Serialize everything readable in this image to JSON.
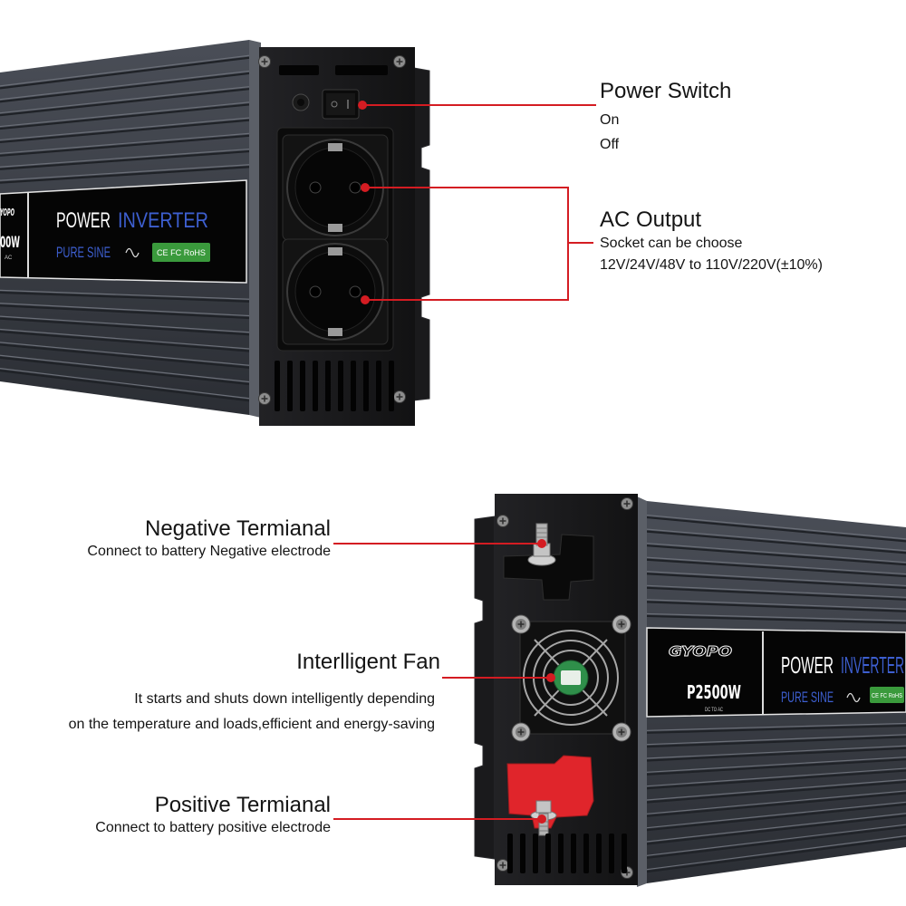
{
  "callouts": {
    "power_switch": {
      "title": "Power Switch",
      "lines": [
        "On",
        "Off"
      ]
    },
    "ac_output": {
      "title": "AC Output",
      "lines": [
        "Socket can be choose",
        "12V/24V/48V to 110V/220V(±10%)"
      ]
    },
    "negative_terminal": {
      "title": "Negative Termianal",
      "lines": [
        "Connect to battery Negative electrode"
      ]
    },
    "fan": {
      "title": "Interlligent Fan",
      "lines": [
        "It starts and shuts down intelligently depending",
        "on the temperature and loads,efficient and energy-saving"
      ]
    },
    "positive_terminal": {
      "title": "Positive Termianal",
      "lines": [
        "Connect to battery positive electrode"
      ]
    }
  },
  "top_label": {
    "brand_fragment": "YOPO",
    "model_fragment": "00W",
    "sub_fragment": "AC",
    "power": "POWER",
    "inverter": "INVERTER",
    "pure_sine": "PURE SINE",
    "certs": "CE FC RoHS"
  },
  "bottom_label": {
    "brand": "GYOPO",
    "model": "P2500W",
    "sub": "DC TO AC",
    "power": "POWER",
    "inverter": "INVERTER",
    "pure_sine": "PURE SINE",
    "certs": "CE FC RoHS"
  },
  "icons": [
    "sine-wave-icon",
    "screw-icon",
    "fan-icon",
    "ac-socket-icon",
    "rocker-switch-icon"
  ],
  "colors": {
    "callout_red": "#d41c22",
    "body": "#3b3e45",
    "panel": "#161618",
    "label_blue": "#3d5fd0",
    "badge_green": "#3a9a3c",
    "terminal_red": "#e0252b"
  }
}
